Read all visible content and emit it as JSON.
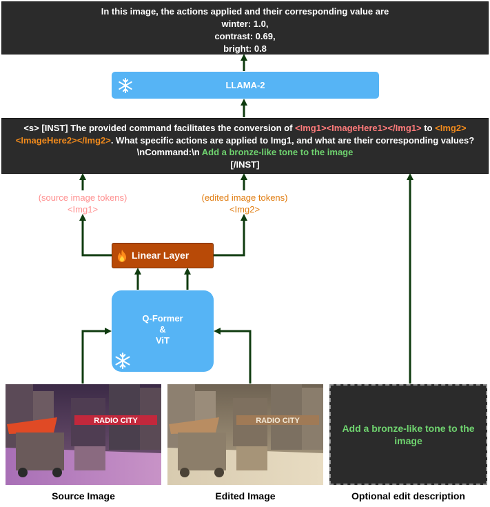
{
  "output": {
    "lines": [
      "In this image, the actions applied and their corresponding value are",
      "winter: 1.0,",
      "contrast: 0.69,",
      "bright: 0.8"
    ]
  },
  "llama": {
    "label": "LLAMA-2",
    "icon": "snowflake-icon"
  },
  "prompt": {
    "seg1": "<s> [INST] The provided command facilitates the conversion of ",
    "img1_tokens": "<Img1><ImageHere1></Img1>",
    "seg2": " to ",
    "img2_tokens": "<Img2><ImageHere2></Img2>",
    "seg3": ". What specific actions are applied to Img1, and what are their corresponding values?\\nCommand:\\n ",
    "command": "Add a bronze-like tone to the image",
    "end": "[/INST]"
  },
  "source_tokens": {
    "line1": "(source image tokens)",
    "line2": "<Img1>"
  },
  "edited_tokens": {
    "line1": "(edited image tokens)",
    "line2": "<Img2>"
  },
  "linear_layer": {
    "label": "Linear Layer",
    "icon": "fire-icon"
  },
  "qformer": {
    "line1": "Q-Former",
    "line2": "&",
    "line3": "ViT",
    "icon": "snowflake-icon"
  },
  "edit_description": {
    "text": "Add a bronze-like tone to the image"
  },
  "captions": {
    "source": "Source Image",
    "edited": "Edited Image",
    "optional": "Optional edit description"
  },
  "colors": {
    "dark_box": "#2b2b2b",
    "blue_box": "#56b4f5",
    "linear_layer": "#b84a07",
    "source_token_text": "#ff7b7b",
    "edited_token_text": "#f08a1c",
    "command_text": "#6fd36f",
    "arrow": "#0f3b0f"
  }
}
